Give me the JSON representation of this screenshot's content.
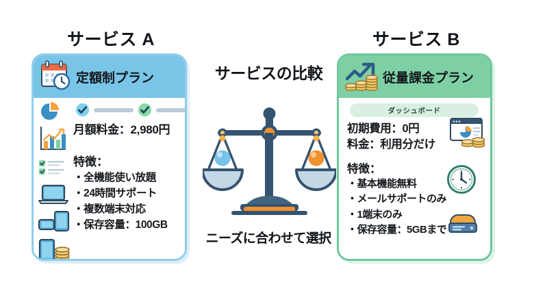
{
  "center": {
    "title": "サービスの比較",
    "caption": "ニーズに合わせて選択",
    "scale_icon": "balance-scale-icon"
  },
  "service_a": {
    "title": "サービス A",
    "plan_label": "定額制プラン",
    "header_icon": "calendar-clock-icon",
    "price": "月額料金：2,980円",
    "features_label": "特徴：",
    "features": [
      "全機能使い放題",
      "24時間サポート",
      "複数端末対応",
      "保存容量：100GB"
    ],
    "icons": [
      "pie-chart-icon",
      "bar-chart-trend-icon",
      "checklist-icon",
      "laptop-icon",
      "tablet-phone-icon",
      "smartphone-coins-icon"
    ],
    "check_marks": [
      "check-blue-icon",
      "check-green-icon"
    ],
    "colors": {
      "header": "#79c5e8",
      "border": "#8ecdee",
      "check_blue": "#7fd0ef",
      "check_green": "#86dba6"
    }
  },
  "service_b": {
    "title": "サービス B",
    "plan_label": "従量課金プラン",
    "header_icon": "growth-arrow-coins-icon",
    "pill_label": "ダッシュボード",
    "lines": [
      "初期費用：0円",
      "料金：利用分だけ"
    ],
    "features_label": "特徴：",
    "features": [
      "基本機能無料",
      "メールサポートのみ",
      "1端末のみ",
      "保存容量：5GBまで"
    ],
    "icons": [
      "dashboard-coins-icon",
      "wall-clock-icon",
      "storage-drive-icon"
    ],
    "colors": {
      "header": "#7ed0a4",
      "border": "#6ec79a",
      "pill": "#d9efe1"
    }
  }
}
